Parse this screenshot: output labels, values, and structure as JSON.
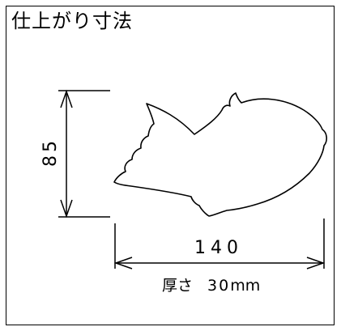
{
  "title": "仕上がり寸法",
  "dimensions": {
    "width": "140",
    "height": "85",
    "thickness_label": "厚さ",
    "thickness_value": "30",
    "thickness_unit": "mm"
  }
}
